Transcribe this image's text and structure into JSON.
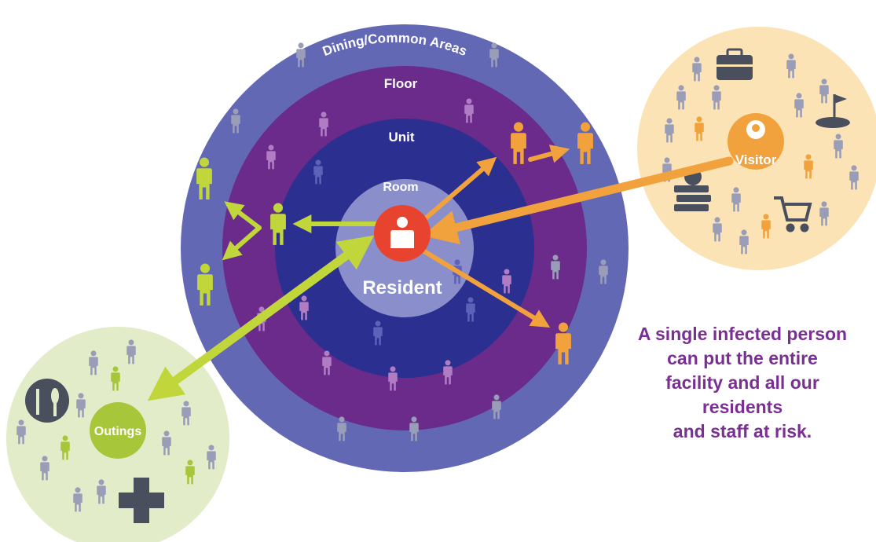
{
  "rings": {
    "dining": {
      "label": "Dining/Common Areas",
      "color": "#6368b5"
    },
    "floor": {
      "label": "Floor",
      "color": "#6a2b8a"
    },
    "unit": {
      "label": "Unit",
      "color": "#2b2f8f"
    },
    "room": {
      "label": "Room",
      "color": "#8a8fcc"
    }
  },
  "resident": {
    "label": "Resident",
    "color": "#e8432e"
  },
  "visitor": {
    "label": "Visitor",
    "color": "#f2a23c",
    "bubble_color": "#fbe3b5",
    "icons": [
      "briefcase-icon",
      "golf-flag-icon",
      "books-apple-icon",
      "shopping-cart-icon"
    ]
  },
  "outings": {
    "label": "Outings",
    "color": "#a8c63a",
    "bubble_color": "#e3ecc8",
    "icons": [
      "utensils-icon",
      "medical-cross-icon"
    ]
  },
  "caption": {
    "lines": [
      "A single infected person",
      "can put the entire",
      "facility and all our",
      "residents",
      "and staff at risk."
    ],
    "color": "#7a2f93"
  },
  "colors": {
    "green_arrow": "#c0d63a",
    "orange_arrow": "#f2a23c",
    "person_gray": "#9a9db8"
  }
}
